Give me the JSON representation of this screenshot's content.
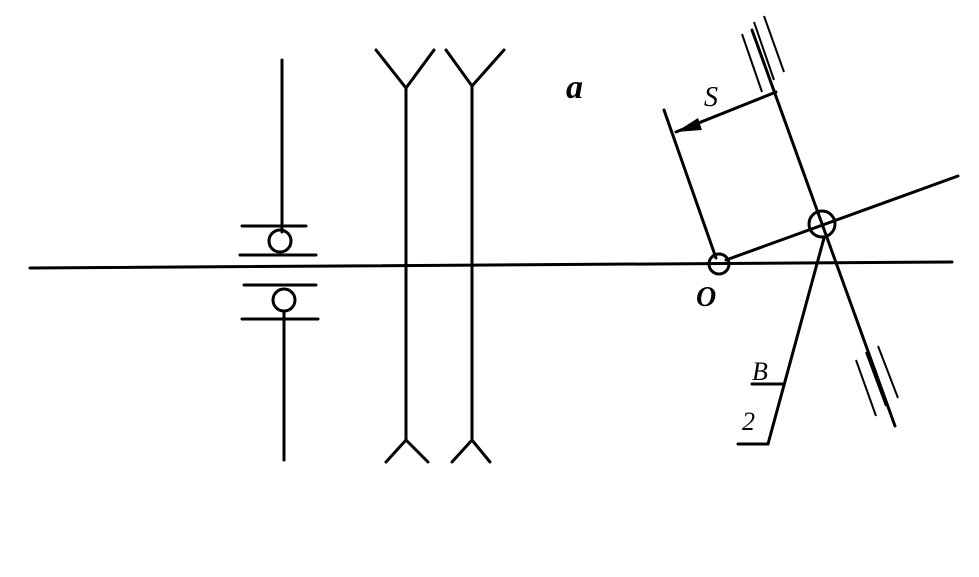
{
  "labels": {
    "figure_label": "a",
    "point_o": "O",
    "distance_s": "S",
    "fraction_numerator": "B",
    "fraction_denominator": "2"
  },
  "colors": {
    "ink": "#000000",
    "background": "#ffffff"
  }
}
